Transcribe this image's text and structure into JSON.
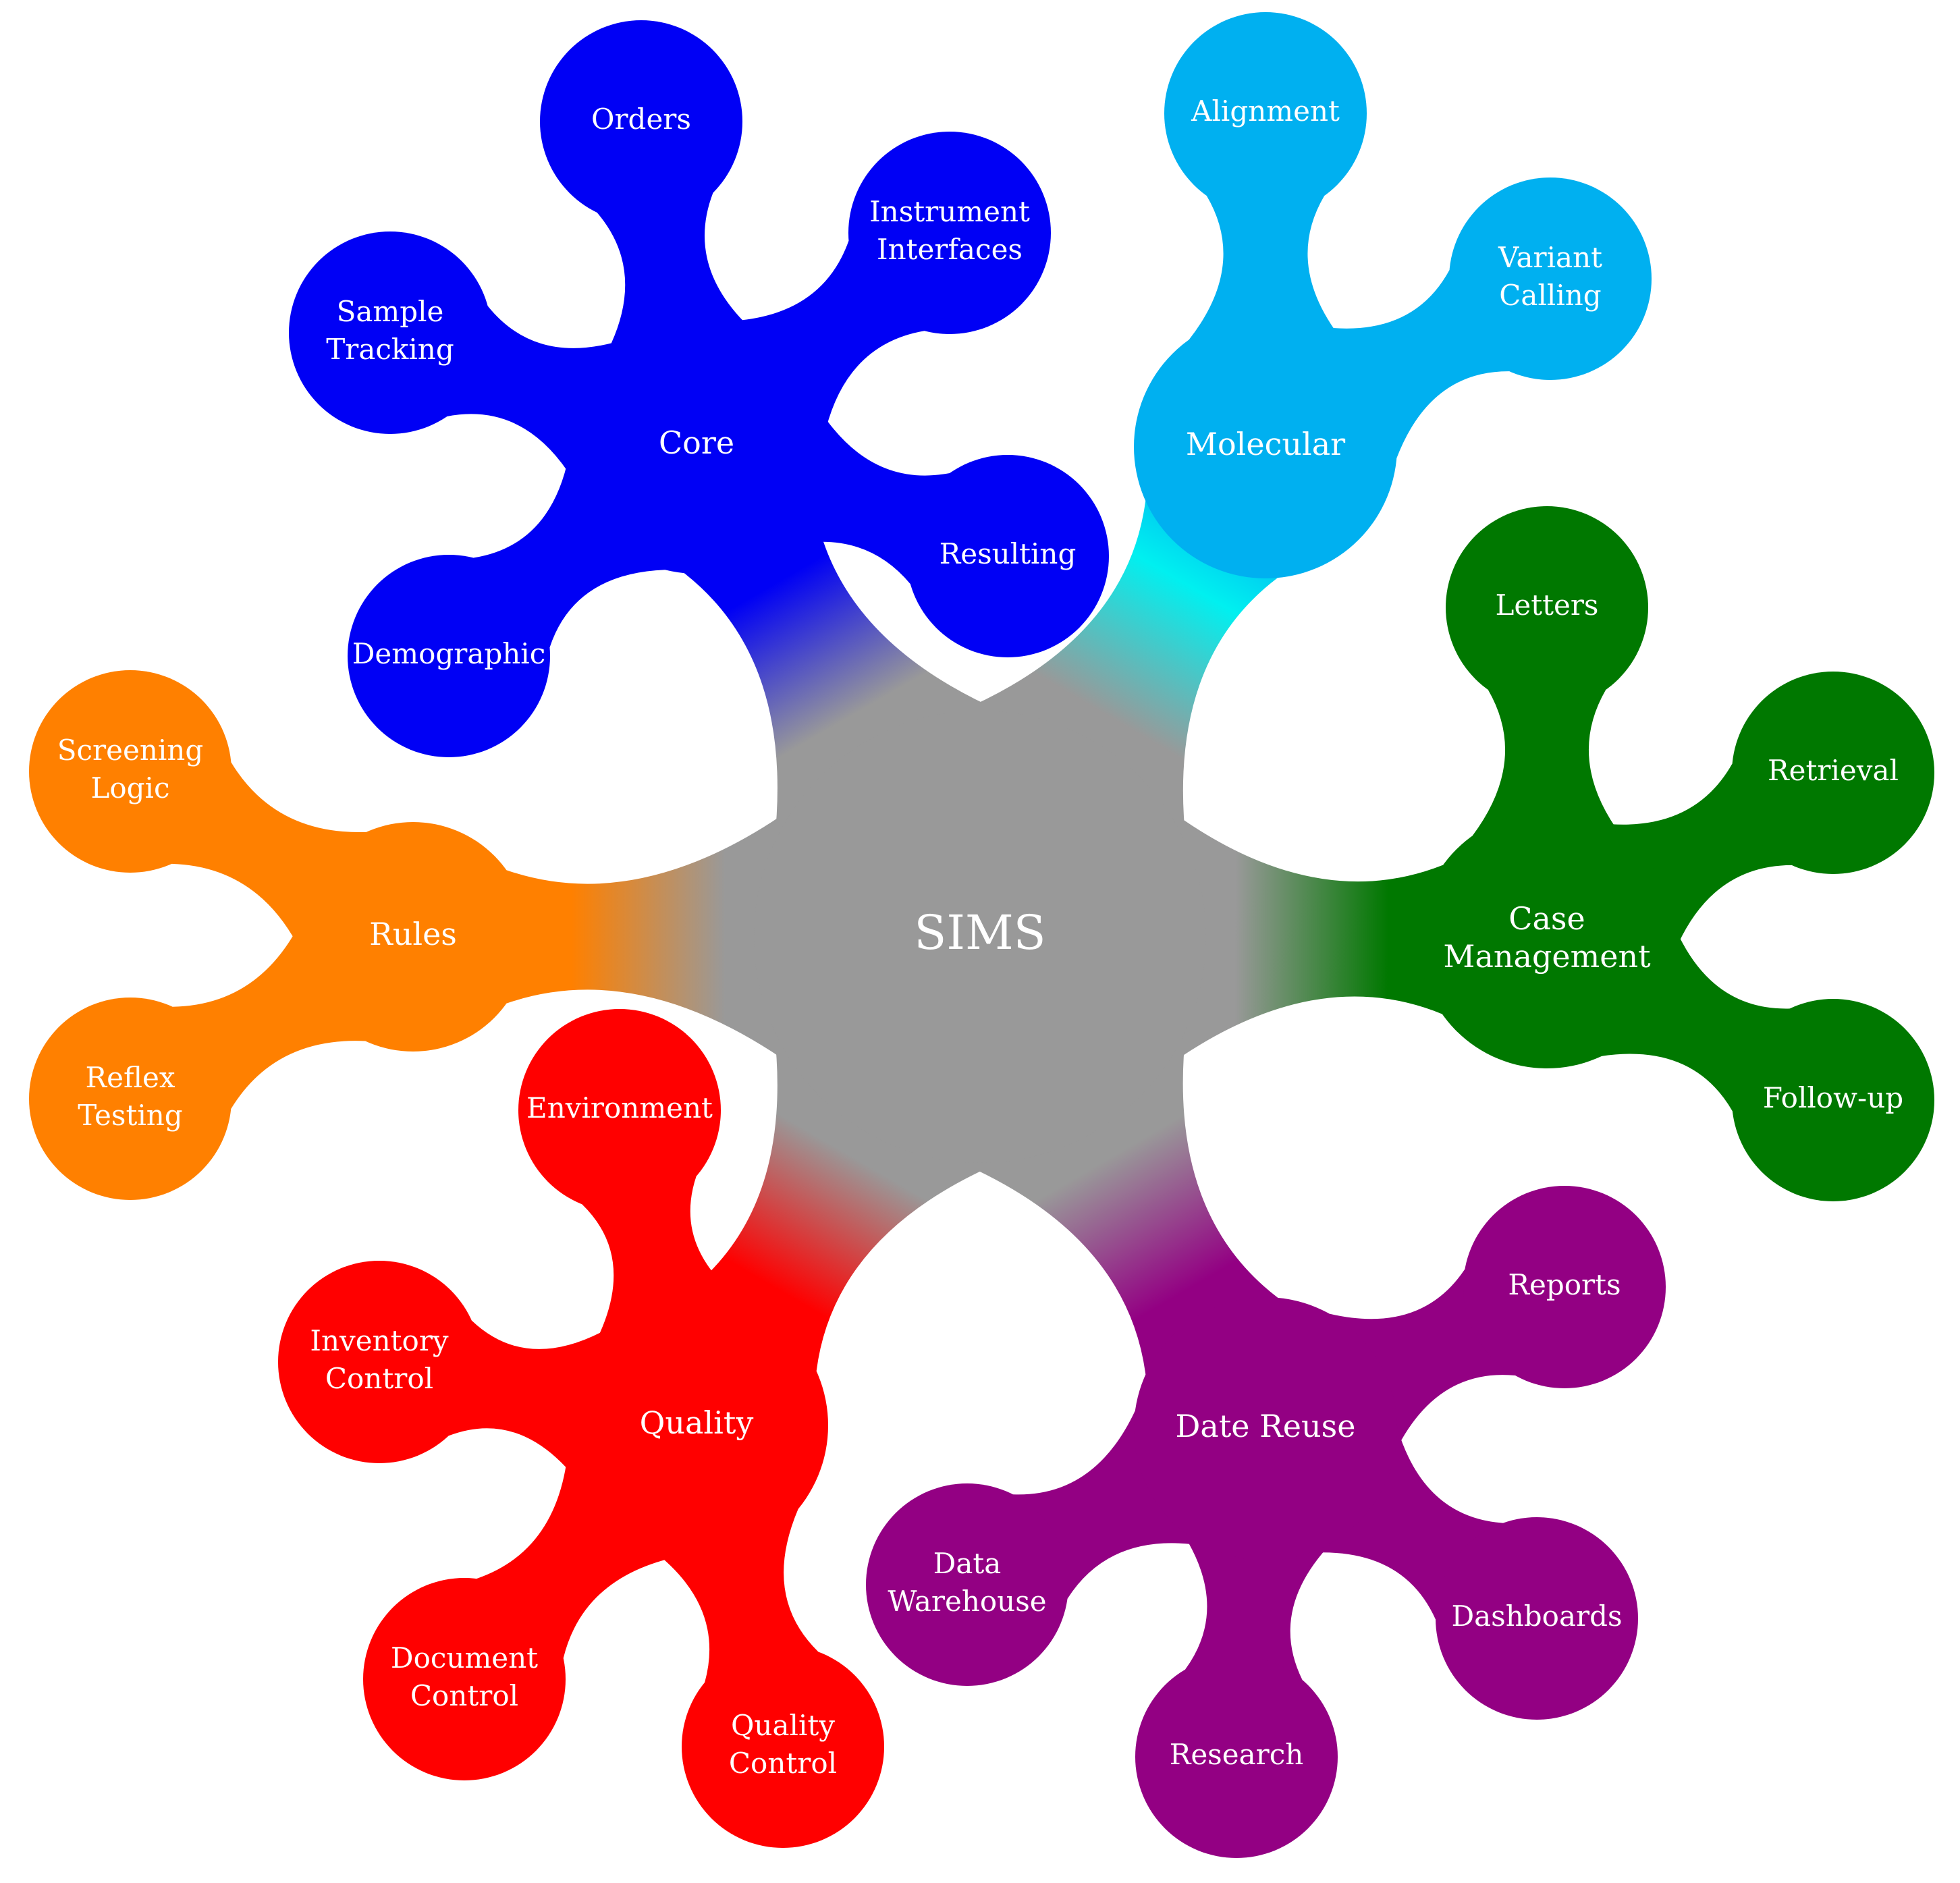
{
  "center": {
    "label": [
      "SIMS"
    ],
    "color": "#999999"
  },
  "branches": [
    {
      "id": "core",
      "label": [
        "Core"
      ],
      "color": "#0000f5",
      "children": [
        {
          "id": "orders",
          "label": [
            "Orders"
          ]
        },
        {
          "id": "instrument-interfaces",
          "label": [
            "Instrument",
            "Interfaces"
          ]
        },
        {
          "id": "sample-tracking",
          "label": [
            "Sample",
            "Tracking"
          ]
        },
        {
          "id": "resulting",
          "label": [
            "Resulting"
          ]
        },
        {
          "id": "demographics",
          "label": [
            "Demographic"
          ]
        }
      ]
    },
    {
      "id": "molecular",
      "label": [
        "Molecular"
      ],
      "color": "#00b0f0",
      "connector_color": "#00f0f0",
      "children": [
        {
          "id": "alignment",
          "label": [
            "Alignment"
          ]
        },
        {
          "id": "variant-calling",
          "label": [
            "Variant",
            "Calling"
          ]
        }
      ]
    },
    {
      "id": "case-management",
      "label": [
        "Case",
        "Management"
      ],
      "color": "#007800",
      "children": [
        {
          "id": "letters",
          "label": [
            "Letters"
          ]
        },
        {
          "id": "retrieval",
          "label": [
            "Retrieval"
          ]
        },
        {
          "id": "follow-up",
          "label": [
            "Follow-up"
          ]
        }
      ]
    },
    {
      "id": "date-reuse",
      "label": [
        "Date Reuse"
      ],
      "color": "#930083",
      "children": [
        {
          "id": "reports",
          "label": [
            "Reports"
          ]
        },
        {
          "id": "dashboards",
          "label": [
            "Dashboards"
          ]
        },
        {
          "id": "research",
          "label": [
            "Research"
          ]
        },
        {
          "id": "data-warehouse",
          "label": [
            "Data",
            "Warehouse"
          ]
        }
      ]
    },
    {
      "id": "quality",
      "label": [
        "Quality"
      ],
      "color": "#ff0000",
      "children": [
        {
          "id": "environment",
          "label": [
            "Environment"
          ]
        },
        {
          "id": "inventory-control",
          "label": [
            "Inventory",
            "Control"
          ]
        },
        {
          "id": "document-control",
          "label": [
            "Document",
            "Control"
          ]
        },
        {
          "id": "quality-control",
          "label": [
            "Quality",
            "Control"
          ]
        }
      ]
    },
    {
      "id": "rules",
      "label": [
        "Rules"
      ],
      "color": "#ff8000",
      "children": [
        {
          "id": "screening-logic",
          "label": [
            "Screening",
            "Logic"
          ]
        },
        {
          "id": "reflex-testing",
          "label": [
            "Reflex",
            "Testing"
          ]
        }
      ]
    }
  ]
}
